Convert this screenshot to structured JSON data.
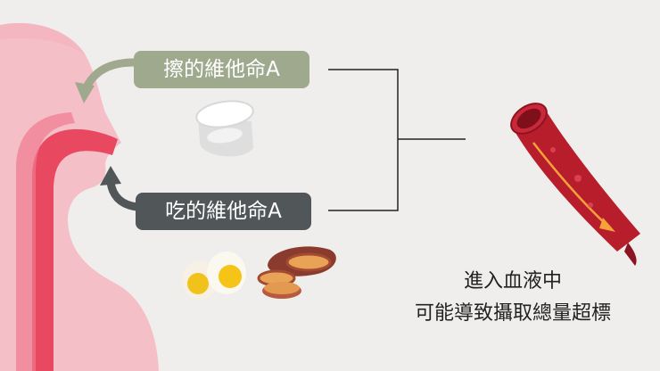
{
  "labels": {
    "topical": "擦的維他命A",
    "oral": "吃的維他命A"
  },
  "caption": {
    "line1": "進入血液中",
    "line2": "可能導致攝取總量超標"
  },
  "colors": {
    "topical_bg": "#9fa98e",
    "oral_bg": "#515658",
    "body_pink": "#f5bfc8",
    "tract_red": "#e84960",
    "vessel_red": "#c41f2e",
    "connector": "#222222"
  },
  "icons": [
    "vitamin-pill-icon",
    "boiled-egg-icon",
    "sweet-potato-icon",
    "blood-vessel-icon"
  ]
}
